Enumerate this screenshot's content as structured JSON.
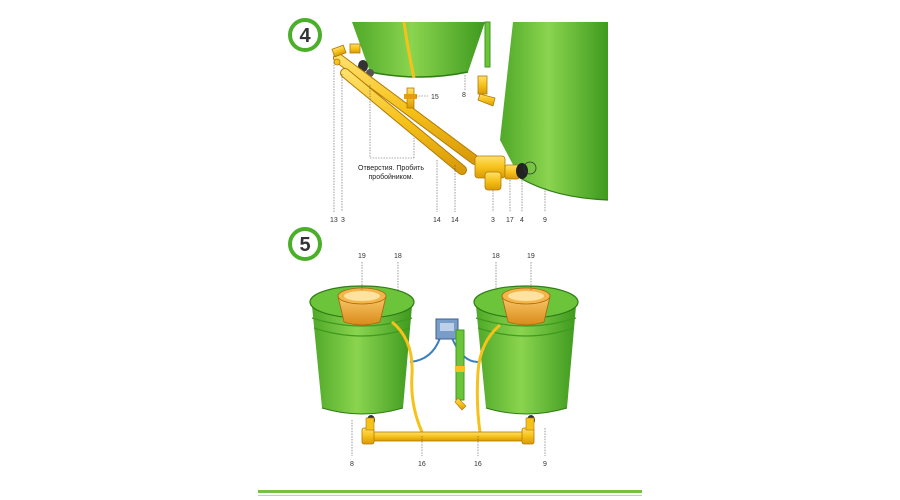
{
  "colors": {
    "tank_green": "#6cc43a",
    "tank_dark": "#3f9a1f",
    "pipe_yellow": "#f6c21a",
    "pipe_orange": "#e89a10",
    "badge_green": "#4caf2a",
    "footer_green": "#78c043"
  },
  "step4": {
    "badge": "4",
    "note_line1": "Отверстия. Пробить",
    "note_line2": "пробойником.",
    "labels": {
      "l15": "15",
      "l8": "8",
      "l13": "13",
      "l3a": "3",
      "l14a": "14",
      "l14b": "14",
      "l3b": "3",
      "l17": "17",
      "l4": "4",
      "l9": "9"
    }
  },
  "step5": {
    "badge": "5",
    "labels": {
      "l19a": "19",
      "l18a": "18",
      "l18b": "18",
      "l19b": "19",
      "l8": "8",
      "l16a": "16",
      "l16b": "16",
      "l9": "9"
    }
  }
}
